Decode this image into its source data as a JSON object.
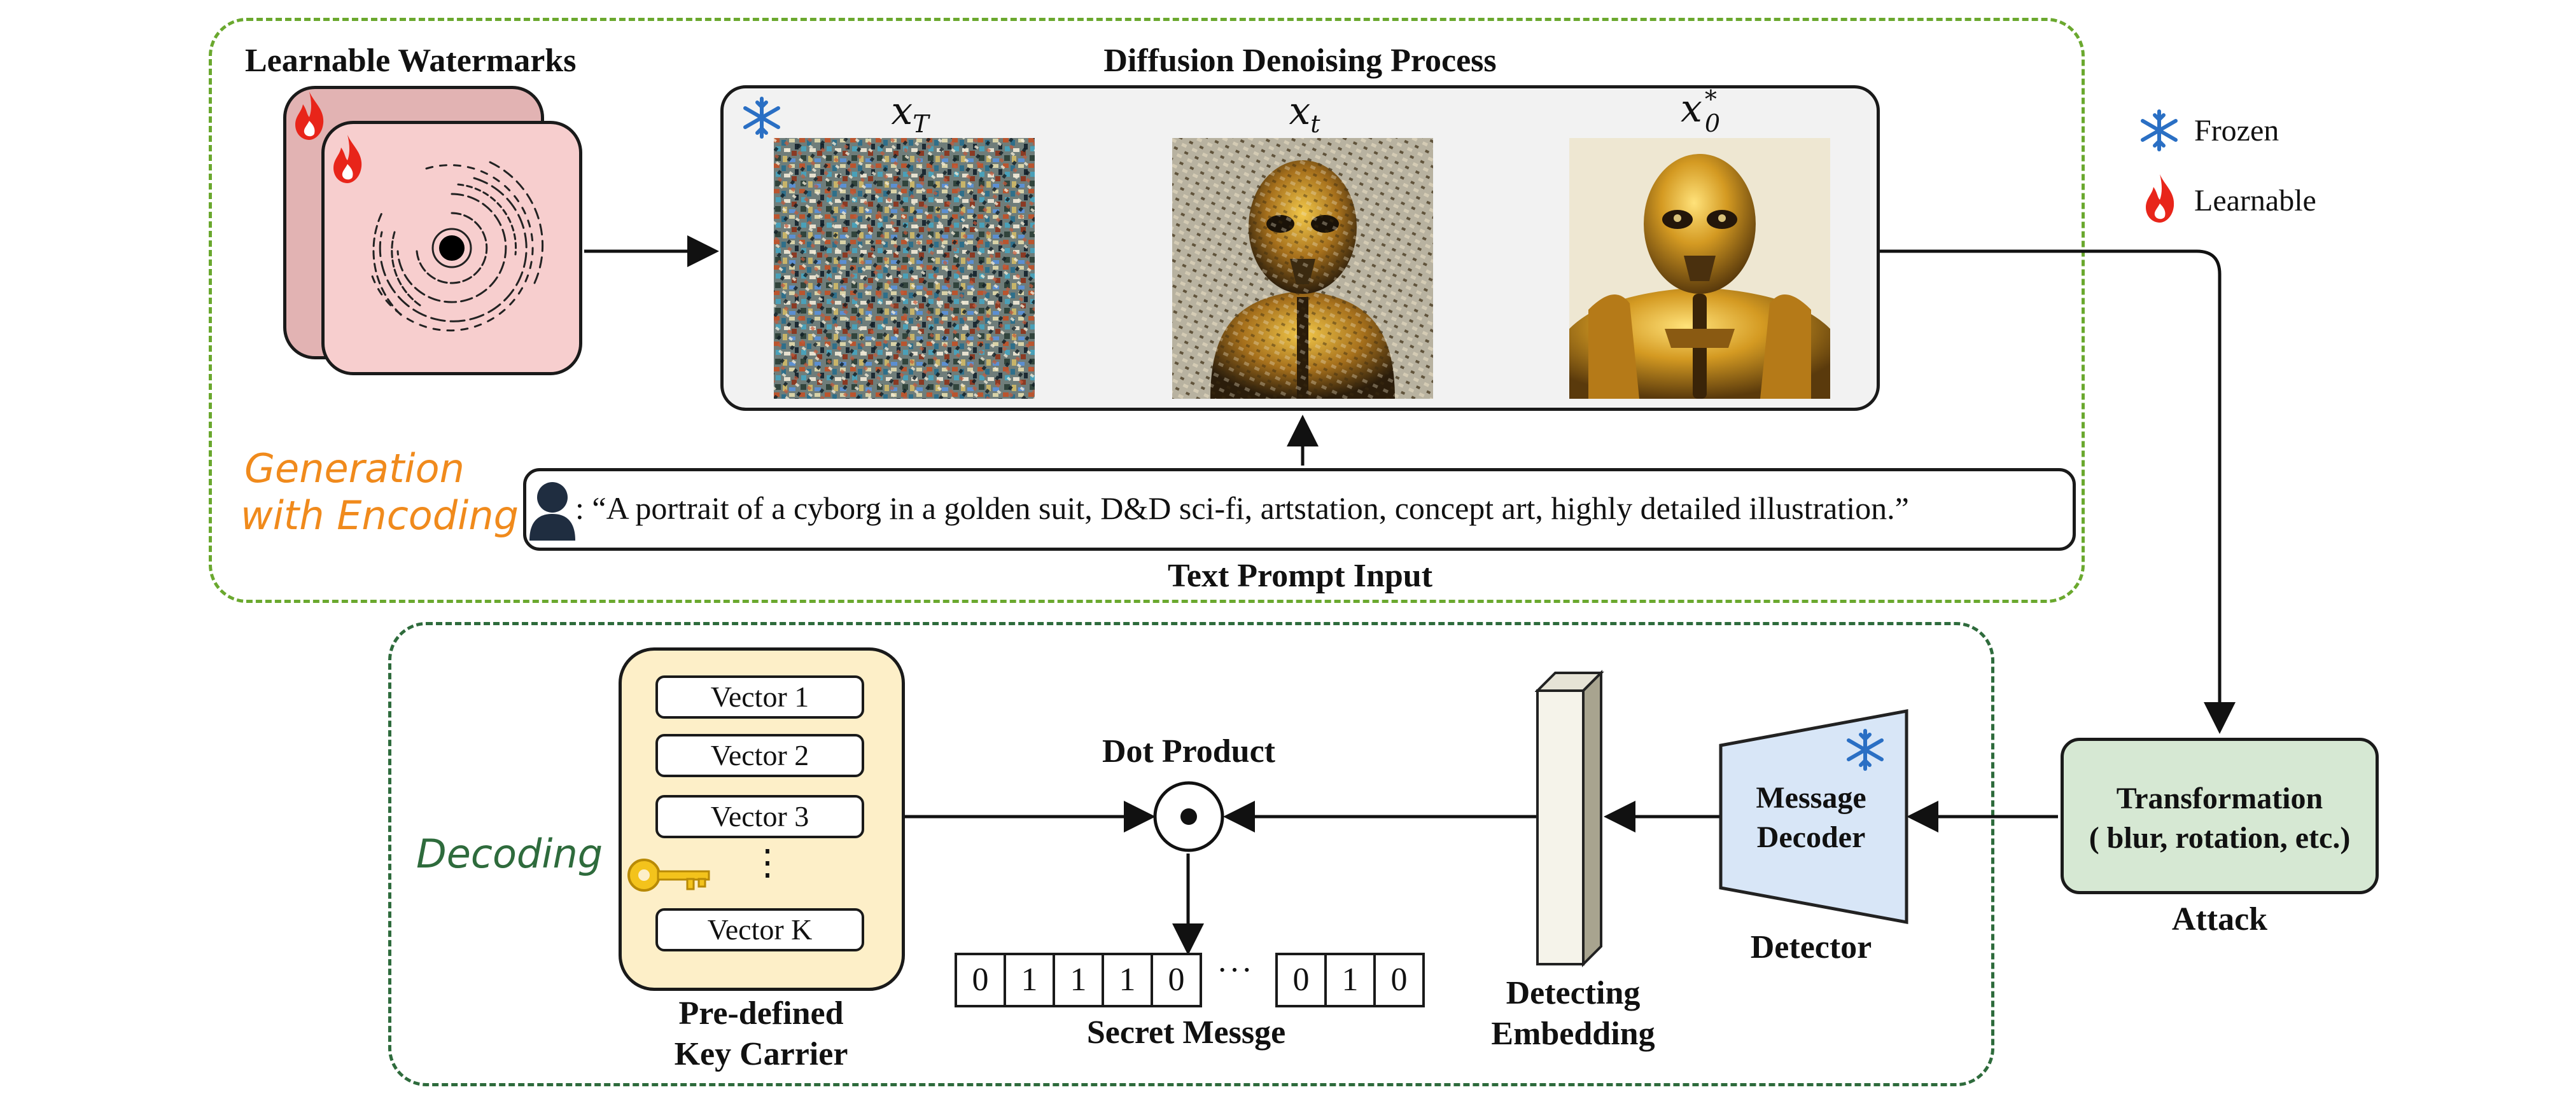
{
  "encoding": {
    "region_label_line1": "Generation",
    "region_label_line2": "with Encoding",
    "watermarks_title": "Learnable Watermarks",
    "diffusion_title": "Diffusion Denoising Process",
    "stage_labels": {
      "noise": "x",
      "noise_sub": "T",
      "mid": "x",
      "mid_sub": "t",
      "final": "x",
      "final_sup": "*",
      "final_sub": "0"
    },
    "prompt_text": ": “A portrait of a cyborg in a golden suit, D&D sci-fi, artstation, concept art, highly detailed illustration.”",
    "prompt_title": "Text Prompt Input"
  },
  "legend": {
    "frozen": "Frozen",
    "learnable": "Learnable"
  },
  "decoding": {
    "region_label": "Decoding",
    "vectors": [
      "Vector 1",
      "Vector 2",
      "Vector 3",
      "Vector K"
    ],
    "vector_ellipsis": "⋮",
    "key_carrier_line1": "Pre-defined",
    "key_carrier_line2": "Key Carrier",
    "dot_product": "Dot Product",
    "bits_left": [
      "0",
      "1",
      "1",
      "1",
      "0"
    ],
    "bits_ellipsis": "···",
    "bits_right": [
      "0",
      "1",
      "0"
    ],
    "secret_message": "Secret Messge",
    "embedding_line1": "Detecting",
    "embedding_line2": "Embedding",
    "decoder_line1": "Message",
    "decoder_line2": "Decoder",
    "detector": "Detector",
    "transform_line1": "Transformation",
    "transform_line2": "( blur, rotation, etc.)",
    "attack": "Attack"
  },
  "icons": {
    "frozen": "snowflake-icon",
    "learnable": "flame-icon",
    "key": "key-icon",
    "user": "user-icon"
  },
  "colors": {
    "encoding_border": "#6aa82e",
    "decoding_border": "#2e6b3c",
    "encoding_label": "#f08a1c",
    "decoding_label": "#2e6b3c",
    "snowflake": "#2a6fc4",
    "flame": "#e8251a",
    "key_carrier_fill": "#fdefc8",
    "decoder_fill": "#d8e6f7",
    "transform_fill": "#d6e8d3"
  }
}
